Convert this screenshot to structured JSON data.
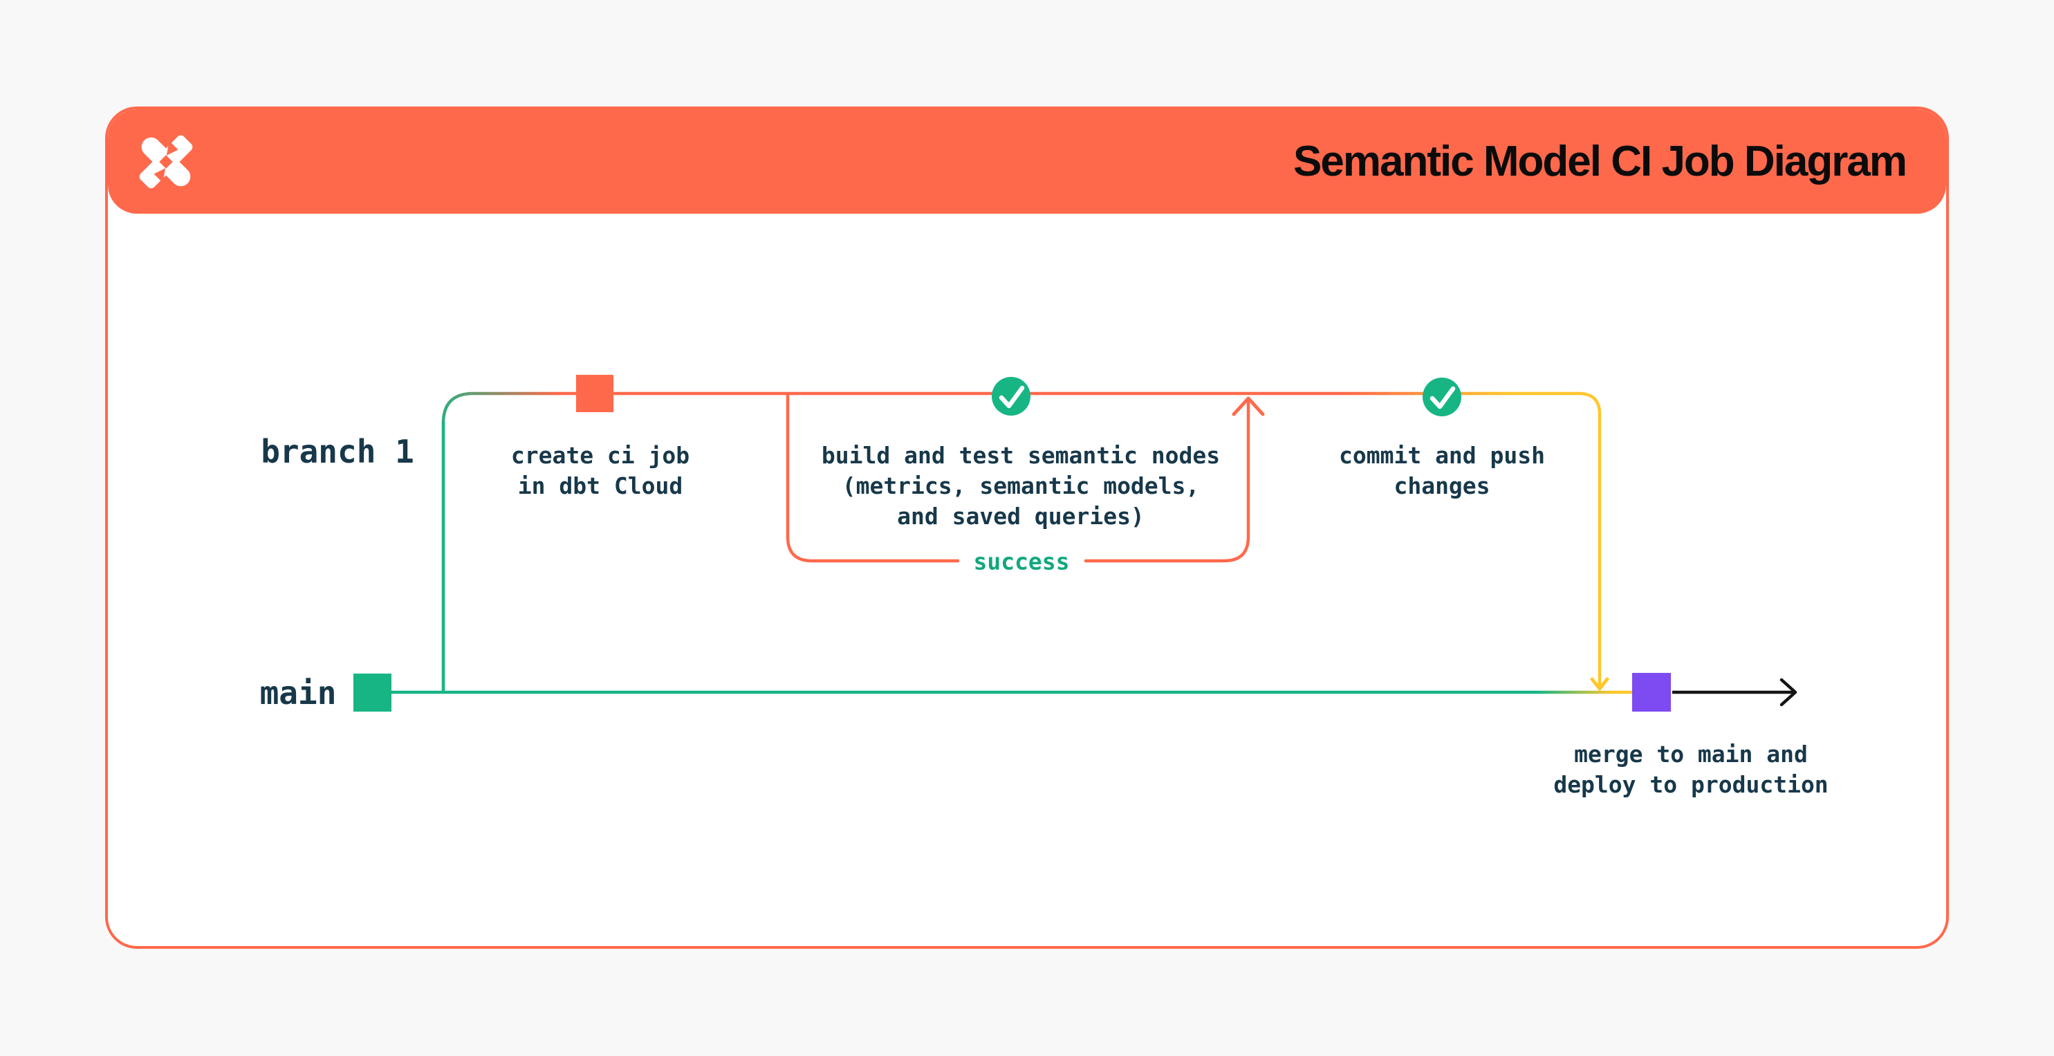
{
  "page": {
    "background_color": "#F8F8F8"
  },
  "card": {
    "background_color": "#FFFFFF",
    "border_color": "#FF694B"
  },
  "header": {
    "title": "Semantic Model CI Job Diagram",
    "background_color": "#FF694B",
    "title_color": "#0B0B0B",
    "logo_icon": "dbt-logo"
  },
  "diagram": {
    "branch_label": "branch 1",
    "main_label": "main",
    "success_label": "success",
    "nodes": {
      "create_ci": {
        "label": "create ci job\nin dbt Cloud",
        "marker": "orange-square"
      },
      "build_test": {
        "label": "build and test semantic nodes\n(metrics, semantic models,\nand saved queries)",
        "marker": "check-circle"
      },
      "commit_push": {
        "label": "commit and push\nchanges",
        "marker": "check-circle"
      },
      "merge_deploy": {
        "label": "merge to main and\ndeploy to production",
        "marker": "purple-square"
      }
    },
    "colors": {
      "branch_teal": "#17B584",
      "orange": "#FF694B",
      "yellow": "#FFC72C",
      "purple": "#7D4BF1",
      "text_navy": "#17384A",
      "success_green": "#12A77E",
      "arrow_black": "#141414"
    }
  }
}
